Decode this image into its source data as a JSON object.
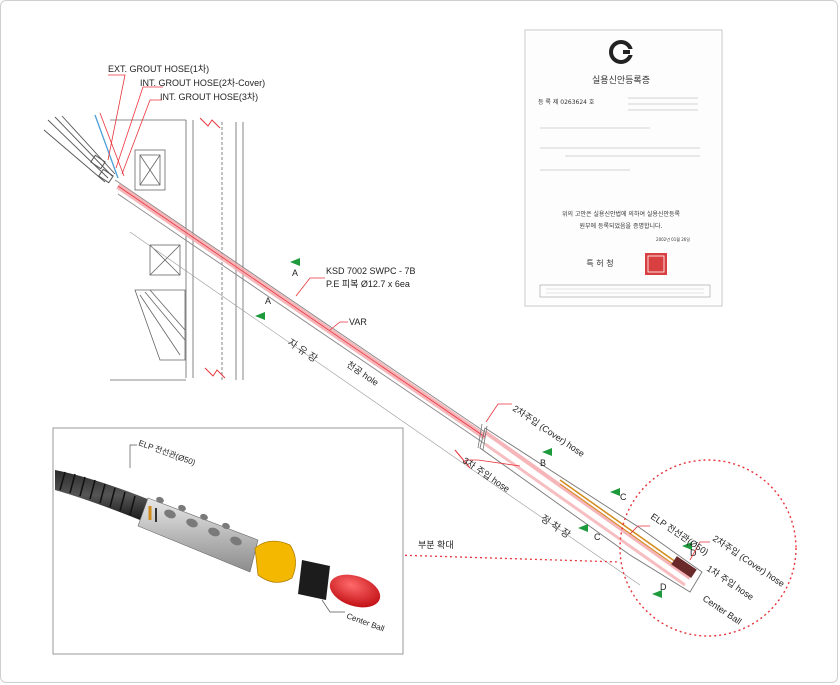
{
  "labels": {
    "ext_grout_hose": "EXT. GROUT HOSE(1차)",
    "int_grout_hose_cover": "INT. GROUT HOSE(2차-Cover)",
    "int_grout_hose_3": "INT. GROUT HOSE(3차)",
    "ksd": "KSD 7002 SWPC - 7B",
    "pe": "P.E 피복   Ø12.7 x 6ea",
    "var": "VAR",
    "free_length": "자 유 장",
    "bore_hole": "천공 hole",
    "cover_hose": "2차주입 (Cover) hose",
    "third_hose": "3차 주입 hose",
    "anchor_length": "정 착 장",
    "elp_conduit": "ELP 전선관(Ø50)",
    "cover_hose_2": "2차주입 (Cover) hose",
    "first_hose": "1차 주입 hose",
    "center_ball": "Center Ball",
    "partial_zoom": "부분 확대",
    "section_a": "A",
    "section_b": "B",
    "section_c": "C",
    "section_d": "D"
  },
  "photo": {
    "elp_label": "ELP 전선관(Ø50)",
    "center_ball_label": "Center Ball"
  },
  "certificate": {
    "title": "실용신안등록증",
    "number": "등  록  제  0263624  호",
    "body_line1": "위의 고안은 실용신안법에 의하여 실용신안등록",
    "body_line2": "원부에 등록되었음을 증명합니다.",
    "office": "특  허  청",
    "date": "2002년 01월 26일"
  },
  "colors": {
    "accent_red": "#e8343c",
    "hose_pink": "#f4a3a8",
    "hose_blue": "#4a9fd8",
    "marker_green": "#1d9a3c",
    "line_gray": "#777777"
  }
}
